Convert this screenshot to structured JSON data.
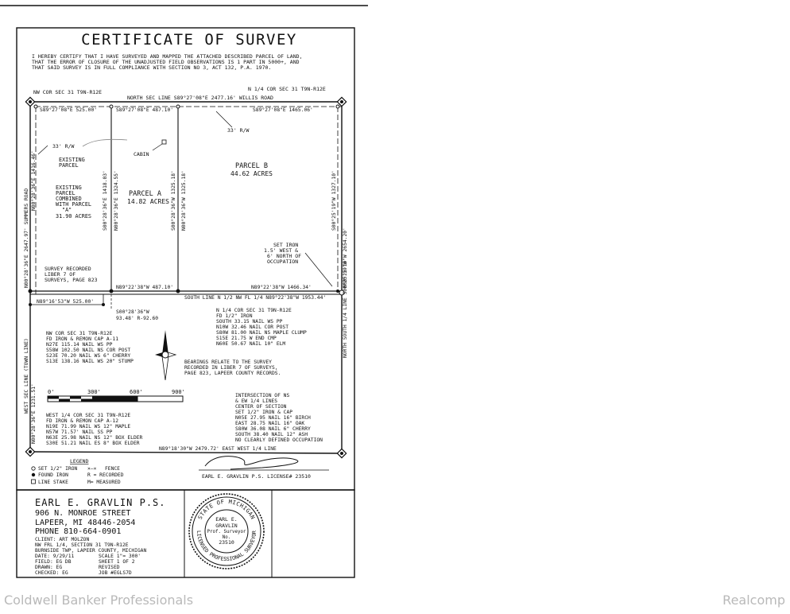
{
  "certificate": {
    "title": "CERTIFICATE OF SURVEY",
    "statement": [
      "I HEREBY CERTIFY THAT I HAVE SURVEYED AND MAPPED THE ATTACHED DESCRIBED PARCEL OF LAND,",
      "THAT THE ERROR OF CLOSURE OF THE UNADJUSTED FIELD OBSERVATIONS IS 1 PART IN 5000+, AND",
      "THAT SAID SURVEY IS IN FULL COMPLIANCE WITH SECTION NO 3, ACT 132, P.A. 1970."
    ]
  },
  "map": {
    "nw_corner": "NW COR SEC 31 T9N-R12E",
    "n_quarter_corner": "N 1/4 COR SEC 31 T9N-R12E",
    "north_line": "NORTH SEC LINE S89°27'08\"E 2477.16' WILLIS ROAD",
    "top_bearings": [
      "S89°27'08\"E 525.00'",
      "S89°27'08\"E 487.10'",
      "S89°27'08\"E 1465.06'"
    ],
    "row_33_left": "33' R/W",
    "row_33_right": "33' R/W",
    "cabin": "CABIN",
    "existing_parcel": [
      "EXISTING",
      "PARCEL"
    ],
    "existing_combined": [
      "EXISTING",
      "PARCEL",
      "COMBINED",
      "WITH PARCEL",
      "\"A\"",
      "31.90 ACRES"
    ],
    "parcel_a": [
      "PARCEL A",
      "14.82 ACRES"
    ],
    "parcel_b": [
      "PARCEL B",
      "44.62 ACRES"
    ],
    "vertical_labels": {
      "west_road": "N00°28'36\"E 2647.97' SUMMERS ROAD",
      "west_line": "WEST SEC LINE (TOWN LINE)",
      "west_lower": "N00°28'36\"E 1231.51'",
      "west_upper": "N00°28'36\"E 1416.46'",
      "a_left_1": "S00°28'36\"E 1418.03'",
      "a_left_2": "N00°28'36\"E 1324.55'",
      "a_right_1": "S00°28'36\"W 1325.18'",
      "a_right_2": "N00°28'36\"W 1325.18'",
      "east_1": "S00°25'19\"W 1327.10'",
      "east_2": "N00°25'19\"W 2654.20'",
      "east_line": "NORTH SOUTH 1/4 LINE S00°25'19\"W"
    },
    "set_iron": [
      "SET IRON",
      "1.5' WEST &",
      "6' NORTH OF",
      "OCCUPATION"
    ],
    "survey_recorded": [
      "SURVEY RECORDED",
      "LIBER 7 OF",
      "SURVEYS, PAGE 823"
    ],
    "mid_bearings": [
      "N89°22'38\"W 487.10'",
      "N89°22'38\"W 1466.34'"
    ],
    "mid_left_bearing": "N89°16'53\"W 525.00'",
    "south_line_nw": "SOUTH LINE N 1/2 NW FL 1/4 N89°22'38\"W 1953.44'",
    "offset_note": [
      "S00°28'36\"W",
      "93.48' R-92.60"
    ],
    "nw_corner_detail": [
      "NW COR SEC 31 T9N-R12E",
      "FD IRON & REMON CAP A-11",
      "N27E 115.14 NAIL WS PP",
      "S58W 102.50 NAIL NS COR POST",
      "S23E 70.20 NAIL WS 6\" CHERRY",
      "S13E 138.16 NAIL WS 20\" STUMP"
    ],
    "n_quarter_detail": [
      "N 1/4 COR SEC 31 T9N-R12E",
      "FD 1/2\" IRON",
      "SOUTH 33.15 NAIL WS PP",
      "N10W 32.46 NAIL COR POST",
      "S80W 81.00 NAIL NS MAPLE CLUMP",
      "S15E 21.75 W END CMP",
      "N60E 50.67 NAIL 10\" ELM"
    ],
    "bearings_note": [
      "BEARINGS RELATE TO THE SURVEY",
      "RECORDED IN LIBER 7 OF SURVEYS,",
      "PAGE 823, LAPEER COUNTY RECORDS."
    ],
    "scale_labels": [
      "0'",
      "300'",
      "600'",
      "900'"
    ],
    "intersection_detail": [
      "INTERSECTION OF NS",
      "& EW 1/4 LINES",
      "CENTER OF SECTION",
      "SET 1/2\" IRON & CAP",
      "N05E 27.95 NAIL 16\" BIRCH",
      "EAST 28.75 NAIL 16\" OAK",
      "S80W 36.08 NAIL 6\" CHERRY",
      "SOUTH 38.40 NAIL 12\" ASH",
      "NO CLEARLY DEFINED OCCUPATION"
    ],
    "w_quarter_detail": [
      "WEST 1/4 COR SEC 31 T9N-R12E",
      "FD IRON & REMON CAP A-12",
      "N19E 71.99 NAIL WS 12\" MAPLE",
      "N57W 71.57' NAIL SS PP",
      "N63E 25.98 NAIL NS 12\" BOX ELDER",
      "S30E 51.21 NAIL ES 8\" BOX ELDER"
    ],
    "east_west_line": "N89°18'30\"W 2479.72' EAST WEST 1/4 LINE"
  },
  "legend": {
    "title": "LEGEND",
    "items": [
      "SET 1/2\" IRON",
      "FENCE",
      "FOUND IRON",
      "R = RECORDED",
      "LINE STAKE",
      "M= MEASURED"
    ]
  },
  "signature_line": "EARL E. GRAVLIN P.S. LICENSE# 23510",
  "surveyor": {
    "name": "EARL E. GRAVLIN P.S.",
    "street": "906 N. MONROE STREET",
    "city": "LAPEER, MI 48446-2054",
    "phone": "PHONE 810-664-0901",
    "client": "CLIENT: ART MOLZON",
    "location": "NW FRL 1/4, SECTION 31 T9N-R12E",
    "township": "BURNSIDE TWP, LAPEER COUNTY, MICHIGAN",
    "date": "DATE: 9/29/11",
    "scale": "SCALE 1\"= 300'",
    "field": "FIELD: EG DB",
    "sheet": "SHEET 1 OF 2",
    "drawn": "DRAWN: EG",
    "revised": "REVISED",
    "checked": "CHECKED: EG",
    "job": "JOB #EGLS7D"
  },
  "seal": {
    "ring_top": "STATE OF MICHIGAN",
    "ring_bottom": "LICENSED PROFESSIONAL SURVEYOR",
    "center": [
      "EARL E.",
      "GRAVLIN",
      "Prof. Surveyor",
      "No.",
      "23510"
    ]
  },
  "watermarks": {
    "left": "Coldwell Banker Professionals",
    "right": "Realcomp"
  }
}
